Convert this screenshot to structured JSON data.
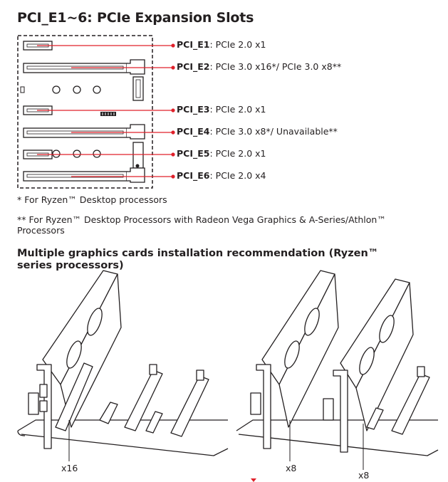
{
  "title": "PCI_E1~6: PCIe Expansion Slots",
  "slots": [
    {
      "name": "PCI_E1",
      "desc": ": PCIe 2.0 x1"
    },
    {
      "name": "PCI_E2",
      "desc": ": PCIe 3.0 x16*/ PCIe 3.0 x8**"
    },
    {
      "name": "PCI_E3",
      "desc": ": PCIe 2.0 x1"
    },
    {
      "name": "PCI_E4",
      "desc": ": PCIe 3.0 x8*/ Unavailable**"
    },
    {
      "name": "PCI_E5",
      "desc": ": PCIe 2.0 x1"
    },
    {
      "name": "PCI_E6",
      "desc": ": PCIe 2.0 x4"
    }
  ],
  "notes": {
    "ryzen": "* For Ryzen™ Desktop processors",
    "vega": "** For Ryzen™ Desktop Processors with Radeon Vega Graphics & A-Series/Athlon™ Processors"
  },
  "recommendation_title": "Multiple graphics cards installation recommendation (Ryzen™ series processors)",
  "figure_labels": {
    "single": "x16",
    "dual_left": "x8",
    "dual_right": "x8"
  },
  "colors": {
    "text": "#231f20",
    "callout_line": "#e0202a"
  }
}
